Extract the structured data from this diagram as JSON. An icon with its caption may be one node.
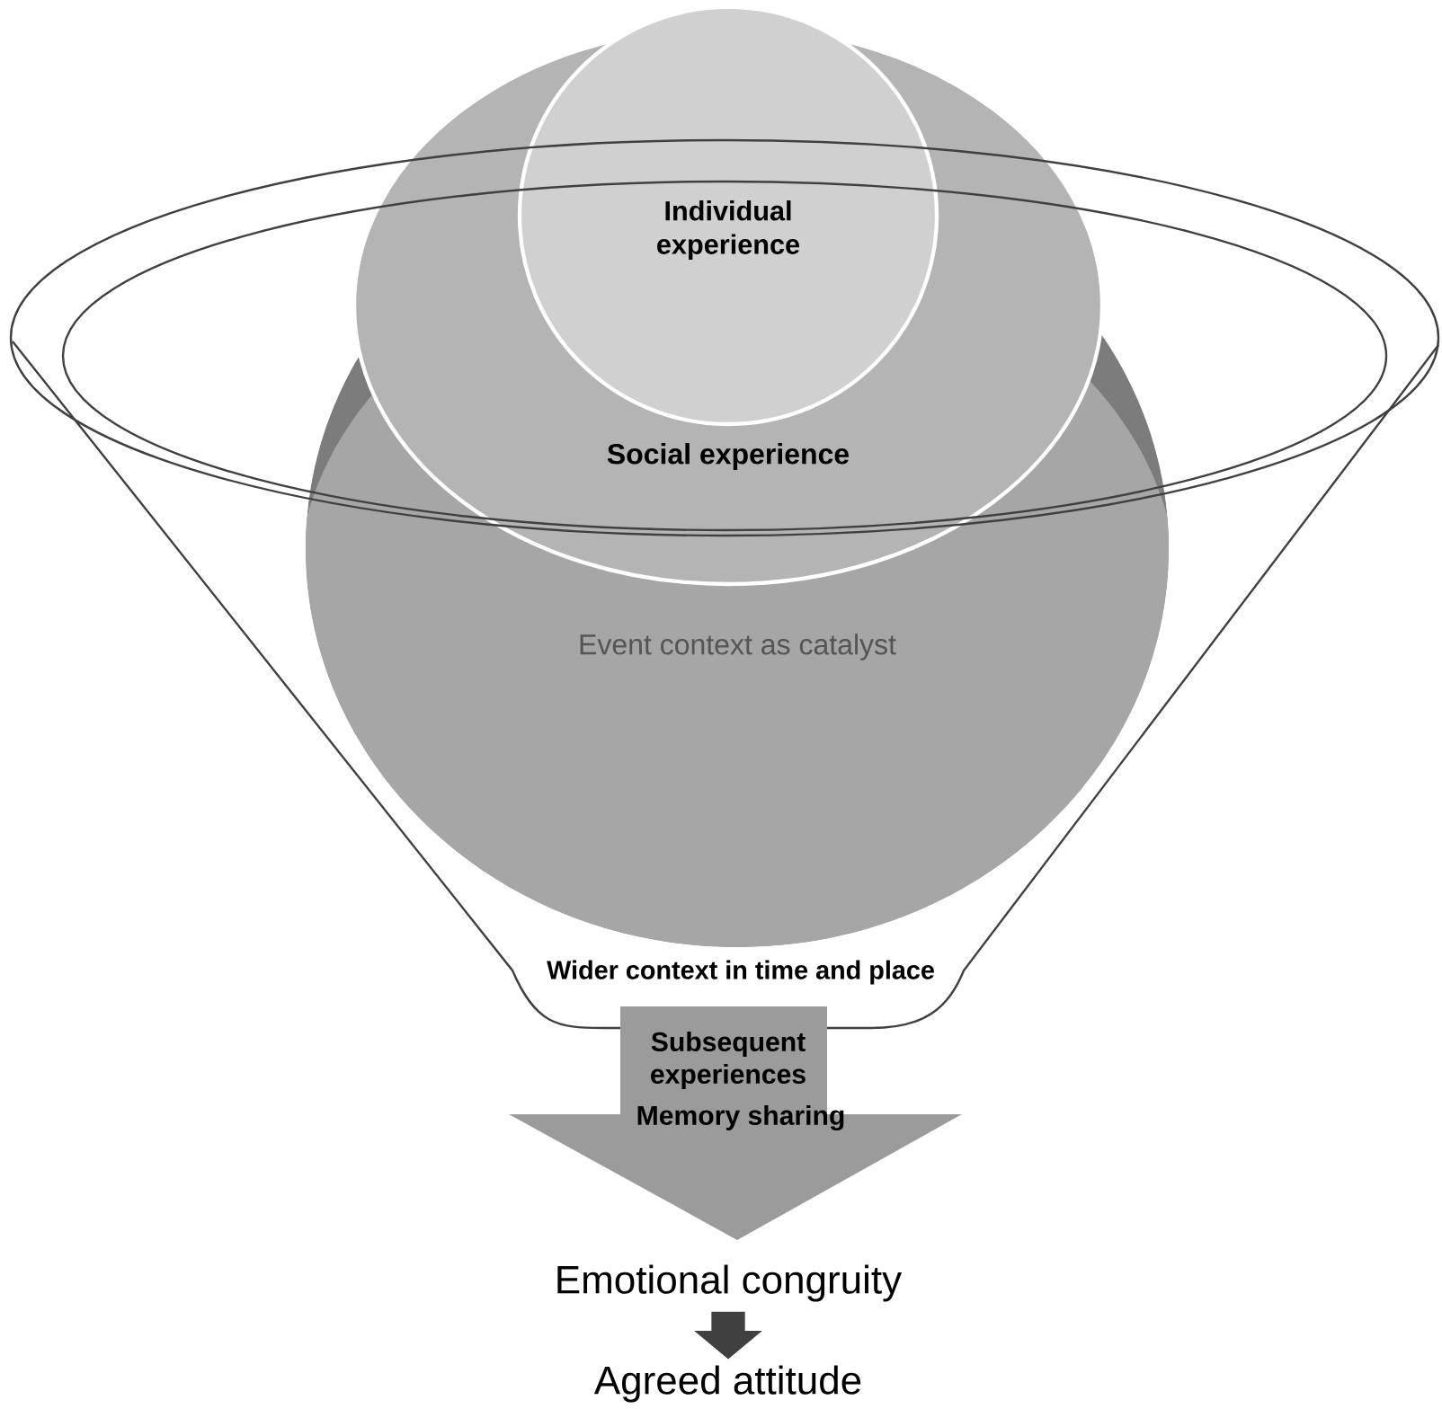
{
  "diagram": {
    "nodes": [
      {
        "text": [
          "Wider context in time and place"
        ]
      },
      {
        "text": [
          "Event context as catalyst"
        ],
        "in": 0
      },
      {
        "text": [
          "Social experience"
        ]
      },
      {
        "text": [
          "Individual experience"
        ],
        "in": 2
      },
      {
        "text": [
          "Subsequent experiences",
          "Memory sharing"
        ]
      },
      {
        "text": [
          "Emotional congruity"
        ]
      },
      {
        "text": [
          "Agreed attitude"
        ]
      }
    ],
    "edges": [
      {
        "from": 5,
        "to": 6,
        "arrow": "to",
        "style": "thick"
      }
    ]
  }
}
